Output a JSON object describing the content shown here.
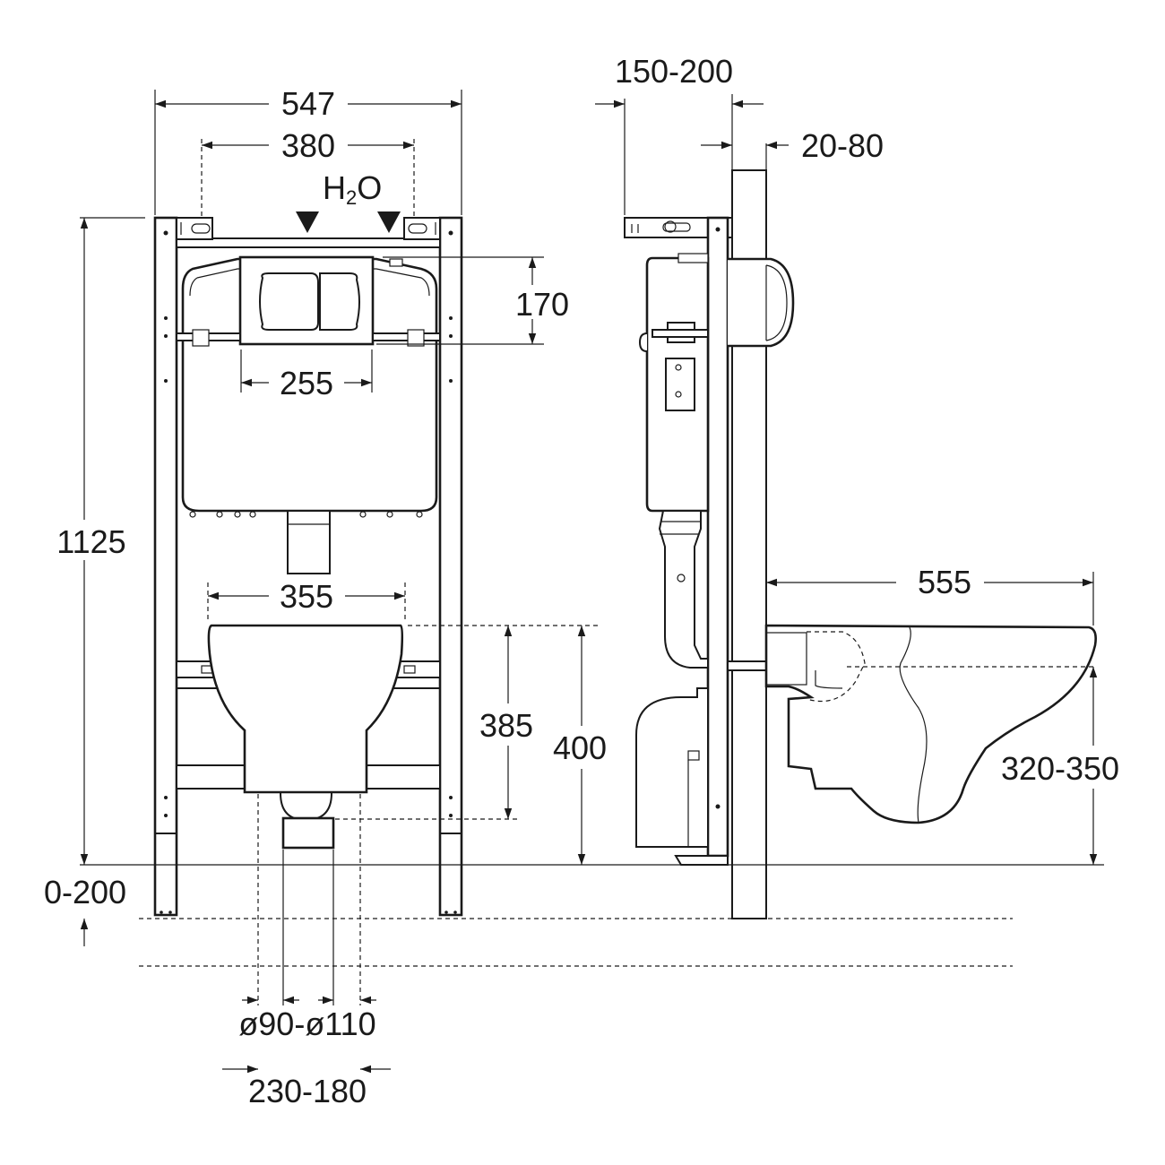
{
  "labels": {
    "frame_width": "547",
    "anchor_spacing": "380",
    "water_inlet": "H",
    "water_inlet_sub": "2",
    "water_inlet_tail": "O",
    "plate_height": "170",
    "plate_width": "255",
    "frame_height": "1125",
    "bowl_fixing_spacing": "355",
    "bowl_fixing_height": "385",
    "outlet_center_height": "400",
    "floor_adjust": "0-200",
    "drain_diameter": "ø90-ø110",
    "drain_offset": "230-180",
    "wall_distance": "150-200",
    "wall_finish": "20-80",
    "bowl_projection": "555",
    "seat_height": "320-350"
  },
  "colors": {
    "line": "#1a1a1a",
    "background": "#ffffff",
    "wall_hatch": "#1a1a1a"
  }
}
